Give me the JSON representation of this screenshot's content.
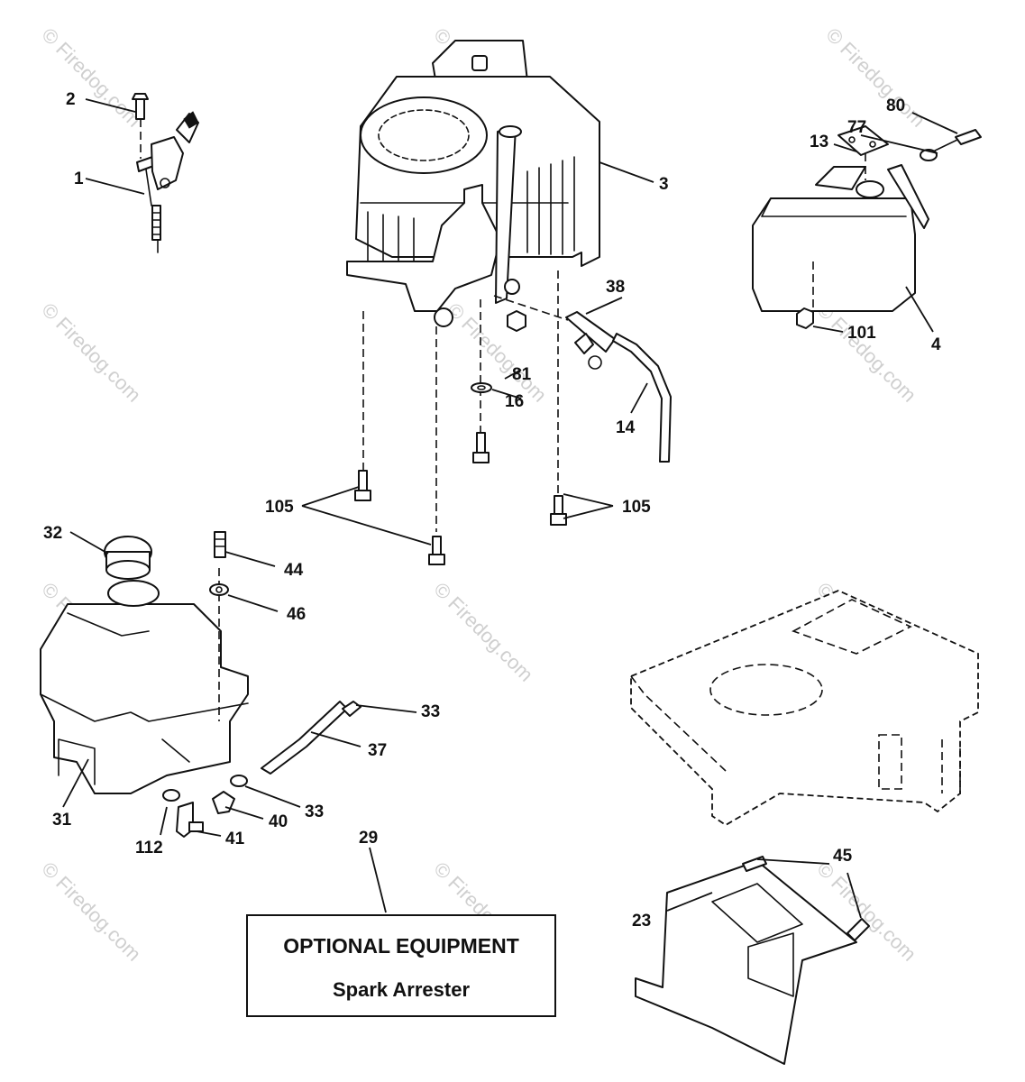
{
  "watermark": "© Firedog.com",
  "optional_box": {
    "line1": "OPTIONAL EQUIPMENT",
    "line2": "Spark Arrester"
  },
  "callouts": {
    "c1": "1",
    "c2": "2",
    "c3": "3",
    "c4": "4",
    "c13": "13",
    "c14": "14",
    "c16": "16",
    "c23": "23",
    "c29": "29",
    "c31": "31",
    "c32": "32",
    "c33a": "33",
    "c33b": "33",
    "c37": "37",
    "c38": "38",
    "c40": "40",
    "c41": "41",
    "c44": "44",
    "c45": "45",
    "c46": "46",
    "c77": "77",
    "c80": "80",
    "c81": "81",
    "c101": "101",
    "c105a": "105",
    "c105b": "105",
    "c112": "112"
  }
}
